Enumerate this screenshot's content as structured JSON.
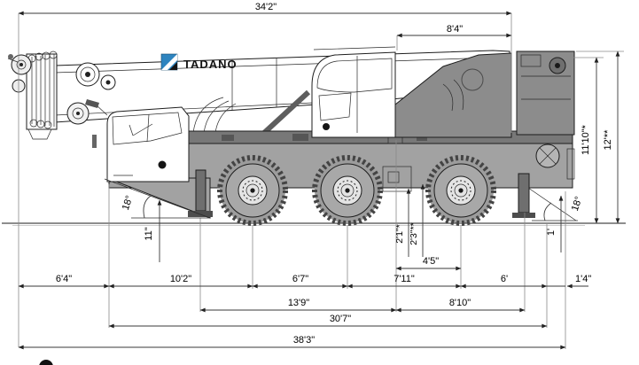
{
  "diagram": {
    "brand": "TADANO"
  },
  "dims": {
    "boom_overall": "34'2\"",
    "tail_swing": "8'4\"",
    "height_to_counterweight": "11'10\"*",
    "height_overall": "12'**",
    "approach_angle": "18°",
    "departure_angle": "18°",
    "front_ground_clearance": "11\"",
    "clearance_mid_1": "2'1\"*",
    "clearance_mid_2": "2'3\"**",
    "center_to_axle3": "4'5\"",
    "rear_clearance": "1'",
    "front_overhang": "6'4\"",
    "bumper_to_axle1": "10'2\"",
    "axle1_to_axle2": "6'7\"",
    "axle2_to_axle3": "7'11\"",
    "axle3_to_rear_outrigger": "6'",
    "rear_overhang": "1'4\"",
    "front_outrigger_to_center": "13'9\"",
    "center_to_rear_outrigger": "8'10\"",
    "outrigger_base_length": "30'7\"",
    "overall_length": "38'3\""
  }
}
